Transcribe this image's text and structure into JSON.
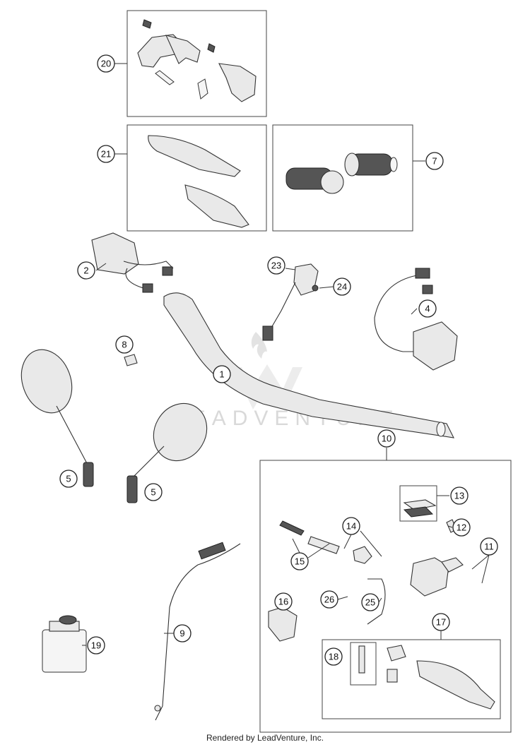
{
  "diagram": {
    "callouts": [
      "1",
      "2",
      "4",
      "5",
      "5",
      "7",
      "8",
      "9",
      "10",
      "11",
      "12",
      "13",
      "14",
      "15",
      "16",
      "17",
      "18",
      "19",
      "20",
      "21",
      "23",
      "24",
      "25",
      "26"
    ],
    "watermark": "LEADVENTURE",
    "footer": "Rendered by LeadVenture, Inc."
  }
}
